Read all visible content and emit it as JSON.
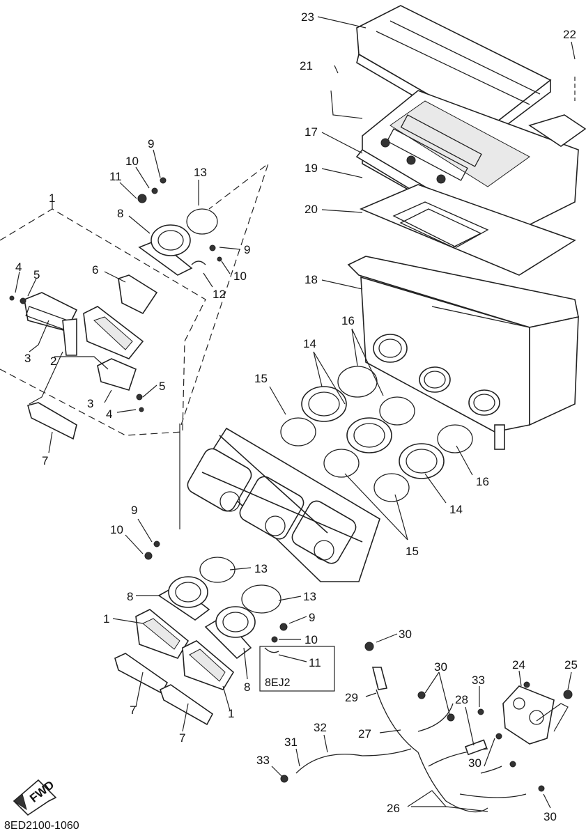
{
  "callouts": {
    "c1a": "1",
    "c1b": "1",
    "c1c": "1",
    "c2": "2",
    "c3a": "3",
    "c3b": "3",
    "c4a": "4",
    "c4b": "4",
    "c5a": "5",
    "c5b": "5",
    "c6": "6",
    "c7a": "7",
    "c7b": "7",
    "c7c": "7",
    "c8a": "8",
    "c8b": "8",
    "c8c": "8",
    "c9a": "9",
    "c9b": "9",
    "c9c": "9",
    "c9d": "9",
    "c10a": "10",
    "c10b": "10",
    "c10c": "10",
    "c10d": "10",
    "c11a": "11",
    "c11b": "11",
    "c12": "12",
    "c13a": "13",
    "c13b": "13",
    "c13c": "13",
    "c14a": "14",
    "c14b": "14",
    "c15a": "15",
    "c15b": "15",
    "c16a": "16",
    "c16b": "16",
    "c17": "17",
    "c18": "18",
    "c19": "19",
    "c20": "20",
    "c21": "21",
    "c22": "22",
    "c23": "23",
    "c24": "24",
    "c25": "25",
    "c26": "26",
    "c27": "27",
    "c28": "28",
    "c29": "29",
    "c30a": "30",
    "c30b": "30",
    "c30c": "30",
    "c30d": "30",
    "c31": "31",
    "c32": "32",
    "c33a": "33",
    "c33b": "33"
  },
  "variant_box_label": "8EJ2",
  "fwd_label": "FWD",
  "figure_code": "8ED2100-1060"
}
